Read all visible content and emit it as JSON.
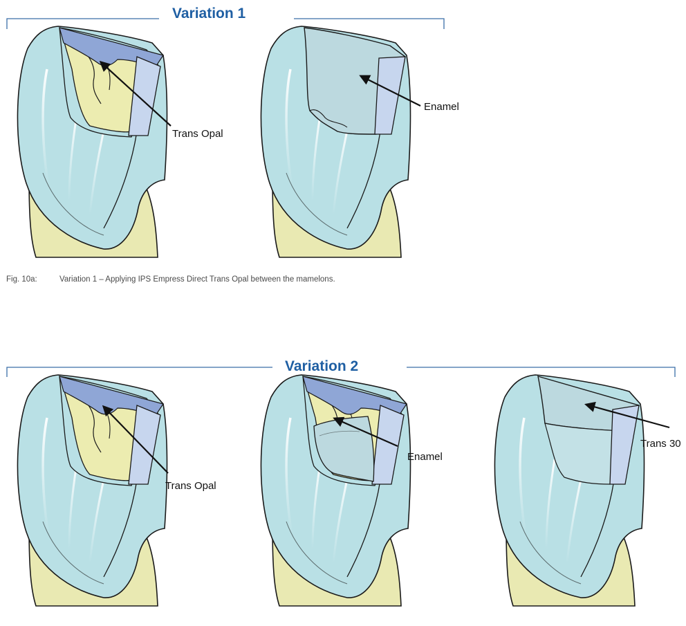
{
  "variation1": {
    "title": "Variation 1",
    "labels": {
      "trans_opal": "Trans Opal",
      "enamel": "Enamel"
    }
  },
  "variation2": {
    "title": "Variation 2",
    "labels": {
      "trans_opal": "Trans Opal",
      "enamel": "Enamel",
      "trans30": "Trans 30"
    }
  },
  "caption": {
    "figure_number": "Fig. 10a:",
    "text": "Variation 1 – Applying IPS Empress Direct Trans Opal between the mamelons."
  },
  "colors": {
    "title_blue": "#1f5fa3",
    "bracket_blue": "#3a6ea8",
    "enamel_body": "#b9e0e5",
    "root_dentin": "#e9e9b2",
    "dentin_core": "#ececb0",
    "incisal_blue": "#8fa6d6",
    "proximal_panel": "#c7d6ee",
    "enamel_layer": "#bcd9df",
    "outline": "#1a1a1a"
  },
  "icons": [
    "arrow-pointer"
  ]
}
